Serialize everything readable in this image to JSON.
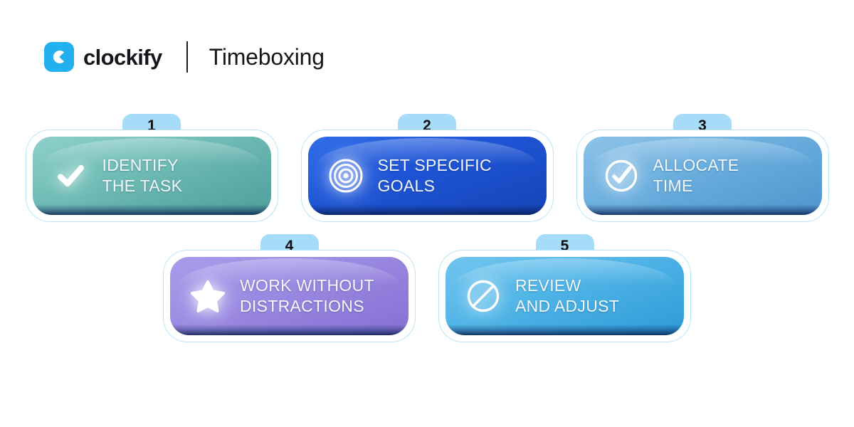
{
  "header": {
    "logo_icon": "clockify-logo-icon",
    "logo_text": "clockify",
    "divider": "vertical-divider",
    "title": "Timeboxing"
  },
  "colors": {
    "logo_blue": "#22b0f0",
    "tab_blue": "#a6dcf7",
    "ring_blue": "#b9e3f8",
    "text_dark": "#15161c",
    "card_text": "#f2f8fc",
    "card_1": "#72bdb7",
    "card_2": "#1e55d6",
    "card_3": "#6aaede",
    "card_4": "#9b8ae2",
    "card_5": "#4fb4e7"
  },
  "steps": [
    {
      "number": "1",
      "label": "IDENTIFY\nTHE TASK",
      "icon": "check-mark-icon",
      "theme": "c-teal"
    },
    {
      "number": "2",
      "label": "SET SPECIFIC\nGOALS",
      "icon": "target-rings-icon",
      "theme": "c-blue"
    },
    {
      "number": "3",
      "label": "ALLOCATE\nTIME",
      "icon": "check-circle-icon",
      "theme": "c-steel"
    },
    {
      "number": "4",
      "label": "WORK WITHOUT\nDISTRACTIONS",
      "icon": "star-icon",
      "theme": "c-purple"
    },
    {
      "number": "5",
      "label": "REVIEW\nAND ADJUST",
      "icon": "no-entry-icon",
      "theme": "c-sky"
    }
  ]
}
